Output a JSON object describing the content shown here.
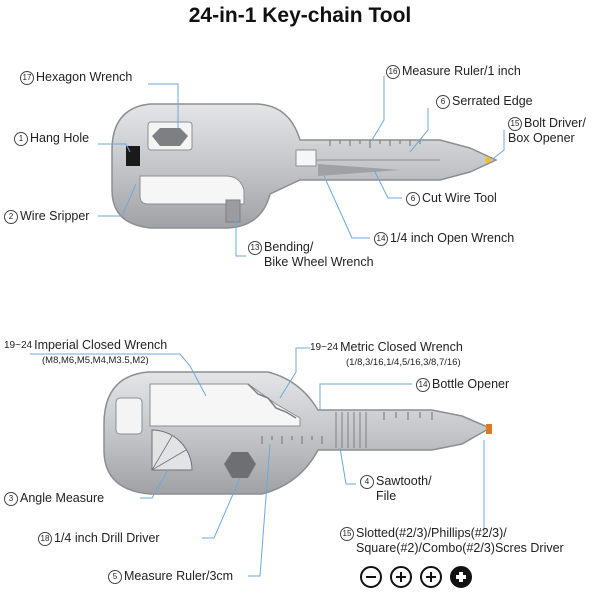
{
  "title": "24-in-1 Key-chain Tool",
  "top_tool": {
    "labels": [
      {
        "num": "17",
        "text": "Hexagon Wrench"
      },
      {
        "num": "16",
        "text": "Measure Ruler/1 inch"
      },
      {
        "num": "6",
        "text": "Serrated Edge"
      },
      {
        "num": "1",
        "text": "Hang Hole"
      },
      {
        "num": "15",
        "lines": [
          "Bolt Driver/",
          "Box Opener"
        ]
      },
      {
        "num": "2",
        "text": "Wire Sripper"
      },
      {
        "num": "6",
        "text": "Cut Wire Tool"
      },
      {
        "num": "14",
        "text": "1/4 inch Open Wrench"
      },
      {
        "num": "13",
        "lines": [
          "Bending/",
          "Bike Wheel Wrench"
        ]
      }
    ]
  },
  "bottom_tool": {
    "labels": [
      {
        "num": "19~24",
        "text": "Imperial Closed Wrench",
        "sub": "(M8,M6,M5,M4,M3.5,M2)"
      },
      {
        "num": "19~24",
        "text": "Metric Closed Wrench",
        "sub": "(1/8,3/16,1/4,5/16,3/8,7/16)"
      },
      {
        "num": "14",
        "text": "Bottle Opener"
      },
      {
        "num": "3",
        "text": "Angle Measure"
      },
      {
        "num": "4",
        "lines": [
          "Sawtooth/",
          "File"
        ]
      },
      {
        "num": "18",
        "text": "1/4 inch Drill Driver"
      },
      {
        "num": "15",
        "lines": [
          "Slotted(#2/3)/Phillips(#2/3)/",
          "Square(#2)/Combo(#2/3)Scres Driver"
        ]
      },
      {
        "num": "5",
        "text": "Measure Ruler/3cm"
      }
    ],
    "driver_icons": [
      "slotted-icon",
      "phillips-icon",
      "phillips-alt-icon",
      "square-icon"
    ]
  },
  "colors": {
    "metal": "#c9cacc",
    "metal_dark": "#8c8e91",
    "line": "#6fa8dc",
    "text": "#222222"
  }
}
